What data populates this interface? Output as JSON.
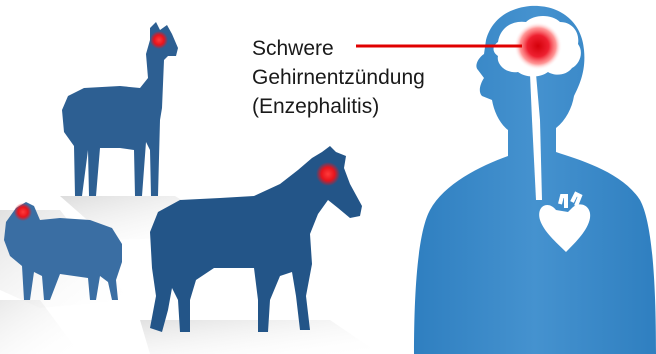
{
  "label": {
    "line1": "Schwere",
    "line2": "Gehirnentzündung",
    "line3": "(Enzephalitis)"
  },
  "colors": {
    "animal_dark": "#2a5a8c",
    "animal_mid": "#3a6ea0",
    "human_body": "#3d8ac6",
    "human_light": "#5aa3d8",
    "brain": "#ffffff",
    "infection": "#e8141c",
    "pointer_line": "#e00000",
    "shadow": "#e6e6e6"
  },
  "icons": [
    "llama-silhouette",
    "sheep-silhouette",
    "horse-silhouette",
    "human-silhouette",
    "brain-icon",
    "heart-icon",
    "infection-spot-icon"
  ]
}
